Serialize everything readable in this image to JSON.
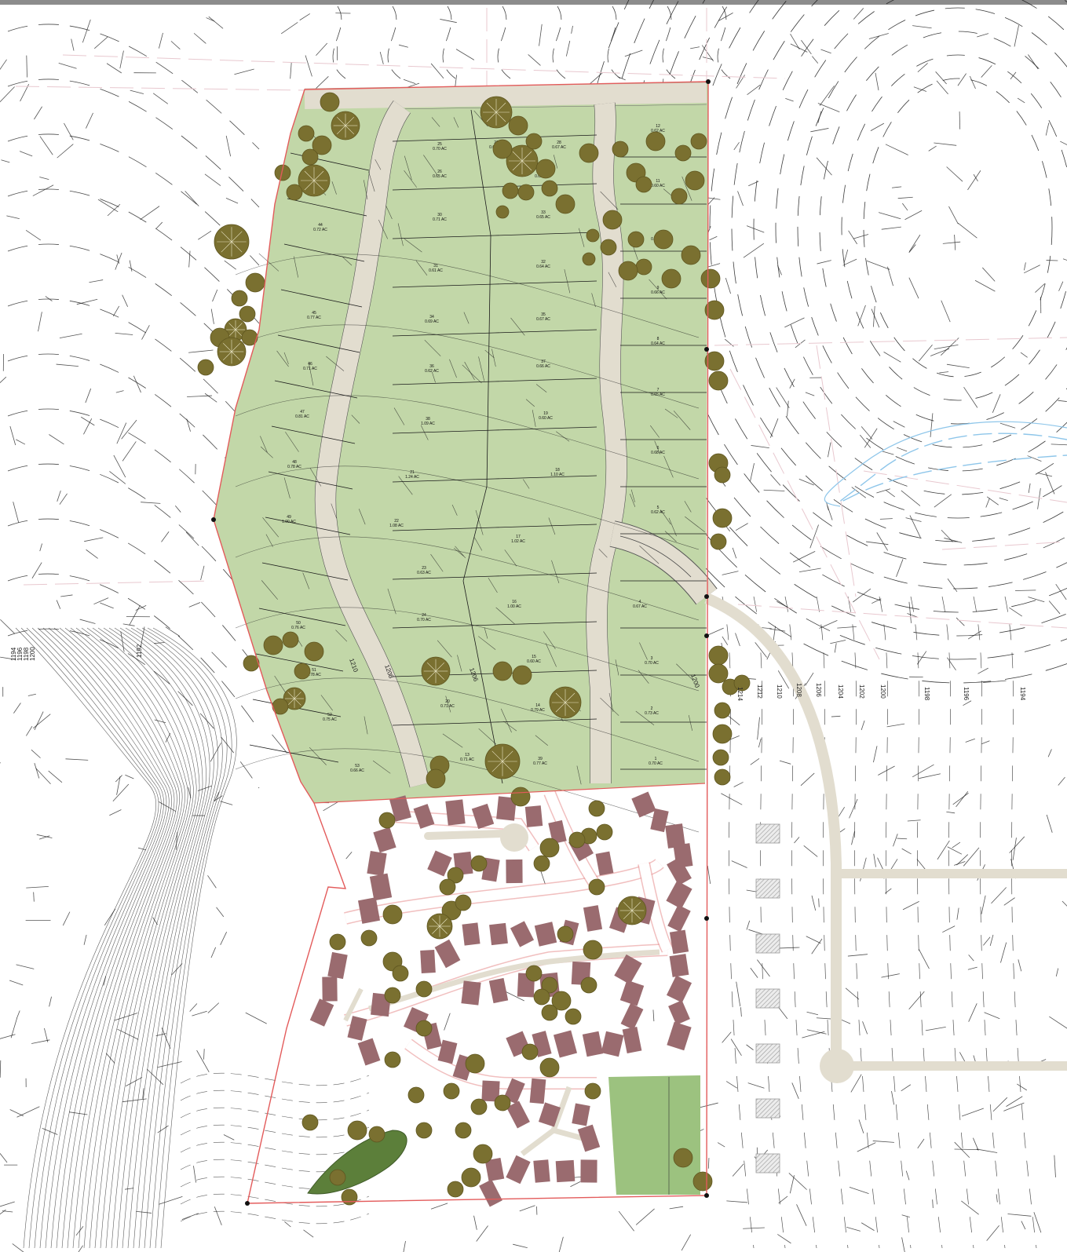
{
  "colors": {
    "lot_fill": "#c2d7a8",
    "road_fill": "#e2ddcf",
    "tree_fill": "#7a7030",
    "tree_dark": "#5f5620",
    "house_fill": "#9a6b6f",
    "boundary": "#e35b5b",
    "contour": "#1a1a1a",
    "water": "#8ec6ea",
    "open_space": "#9cc27f",
    "wetland": "#5c7f3a",
    "neighbor_house": "#d8d8d8"
  },
  "contour_labels": {
    "east": [
      "1214",
      "1212",
      "1210",
      "1208",
      "1206",
      "1204",
      "1202",
      "1200",
      "1198",
      "1196",
      "1194"
    ],
    "west": [
      "1200",
      "1198",
      "1196",
      "1194",
      "1192"
    ],
    "interior": [
      "1210",
      "1208",
      "1206",
      "1200"
    ]
  },
  "lots": [
    {
      "id": "25",
      "area": "0.70 AC"
    },
    {
      "id": "27",
      "area": "0.60 AC"
    },
    {
      "id": "28",
      "area": "0.67 AC"
    },
    {
      "id": "12",
      "area": "0.62 AC"
    },
    {
      "id": "26",
      "area": "0.65 AC"
    },
    {
      "id": "29",
      "area": "0.63 AC"
    },
    {
      "id": "11",
      "area": "0.60 AC"
    },
    {
      "id": "30",
      "area": "0.71 AC"
    },
    {
      "id": "33",
      "area": "0.65 AC"
    },
    {
      "id": "10",
      "area": "0.68 AC"
    },
    {
      "id": "44",
      "area": "0.72 AC"
    },
    {
      "id": "31",
      "area": "0.61 AC"
    },
    {
      "id": "32",
      "area": "0.64 AC"
    },
    {
      "id": "9",
      "area": "0.66 AC"
    },
    {
      "id": "45",
      "area": "0.77 AC"
    },
    {
      "id": "34",
      "area": "0.69 AC"
    },
    {
      "id": "35",
      "area": "0.67 AC"
    },
    {
      "id": "8",
      "area": "0.64 AC"
    },
    {
      "id": "46",
      "area": "0.71 AC"
    },
    {
      "id": "36",
      "area": "0.62 AC"
    },
    {
      "id": "37",
      "area": "0.66 AC"
    },
    {
      "id": "7",
      "area": "0.65 AC"
    },
    {
      "id": "47",
      "area": "0.81 AC"
    },
    {
      "id": "38",
      "area": "1.09 AC"
    },
    {
      "id": "19",
      "area": "0.60 AC"
    },
    {
      "id": "6",
      "area": "0.68 AC"
    },
    {
      "id": "48",
      "area": "0.78 AC"
    },
    {
      "id": "21",
      "area": "1.24 AC"
    },
    {
      "id": "18",
      "area": "1.10 AC"
    },
    {
      "id": "5",
      "area": "0.62 AC"
    },
    {
      "id": "49",
      "area": "1.00 AC"
    },
    {
      "id": "22",
      "area": "1.08 AC"
    },
    {
      "id": "17",
      "area": "1.02 AC"
    },
    {
      "id": "4",
      "area": "0.67 AC"
    },
    {
      "id": "50",
      "area": "0.76 AC"
    },
    {
      "id": "23",
      "area": "0.63 AC"
    },
    {
      "id": "16",
      "area": "1.00 AC"
    },
    {
      "id": "3",
      "area": "0.70 AC"
    },
    {
      "id": "51",
      "area": "0.78 AC"
    },
    {
      "id": "24",
      "area": "0.70 AC"
    },
    {
      "id": "15",
      "area": "0.60 AC"
    },
    {
      "id": "2",
      "area": "0.73 AC"
    },
    {
      "id": "52",
      "area": "0.75 AC"
    },
    {
      "id": "20",
      "area": "0.71 AC"
    },
    {
      "id": "14",
      "area": "0.79 AC"
    },
    {
      "id": "1",
      "area": "0.70 AC"
    },
    {
      "id": "53",
      "area": "0.66 AC"
    },
    {
      "id": "13",
      "area": "0.71 AC"
    },
    {
      "id": "39",
      "area": "0.77 AC"
    }
  ]
}
